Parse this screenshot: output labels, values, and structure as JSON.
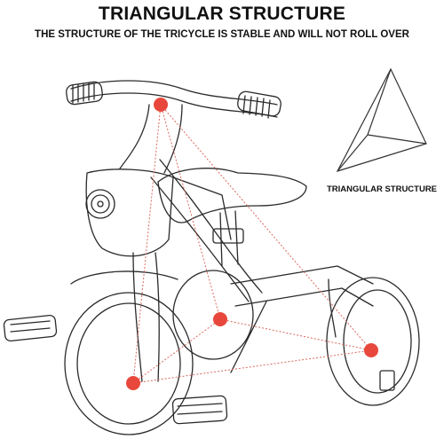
{
  "header": {
    "title": "TRIANGULAR STRUCTURE",
    "subtitle": "THE STRUCTURE OF THE TRICYCLE IS STABLE AND WILL NOT ROLL OVER"
  },
  "diagram": {
    "label": "TRIANGULAR STRUCTURE"
  },
  "colors": {
    "marker": "#e8483c",
    "line": "#d9685e",
    "sketch": "#2a2a2a"
  }
}
